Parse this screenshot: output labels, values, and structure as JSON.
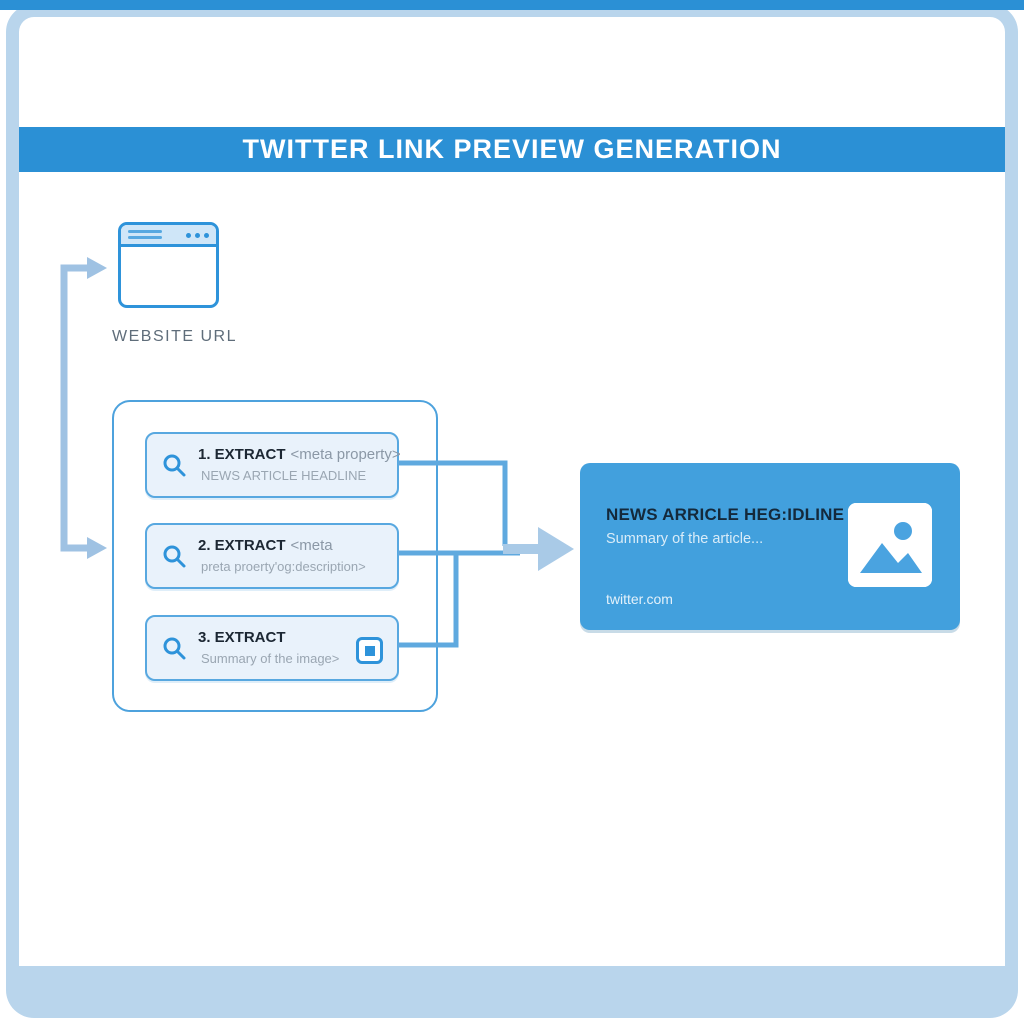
{
  "header": {
    "title": "TWITTER LINK PREVIEW GENERATION"
  },
  "website": {
    "label": "WEBSITE URL",
    "icon": "browser-window"
  },
  "pipeline": {
    "steps": [
      {
        "label": "1. EXTRACT",
        "code": "<meta property>",
        "detail": "NEWS ARTICLE HEADLINE",
        "icon": "search"
      },
      {
        "label": "2. EXTRACT",
        "code": "<meta",
        "detail": "preta proerty'og:description>",
        "icon": "search"
      },
      {
        "label": "3. EXTRACT",
        "code": "",
        "detail": "Summary of the image>",
        "icon": "search",
        "extra_icon": "image-placeholder"
      }
    ]
  },
  "card": {
    "headline": "NEWS ARRICLE HEG:IDLINE",
    "summary": "Summary of the article...",
    "domain": "twitter.com",
    "image_icon": "photo-placeholder"
  },
  "colors": {
    "header_blue": "#2b90d5",
    "frame_blue": "#b9d5ec",
    "card_blue": "#42a0dd",
    "accent_blue": "#2e93da",
    "wire_light": "#9fc2e3",
    "wire_blue": "#5fa9df",
    "step_fill": "#e9f2fb"
  }
}
